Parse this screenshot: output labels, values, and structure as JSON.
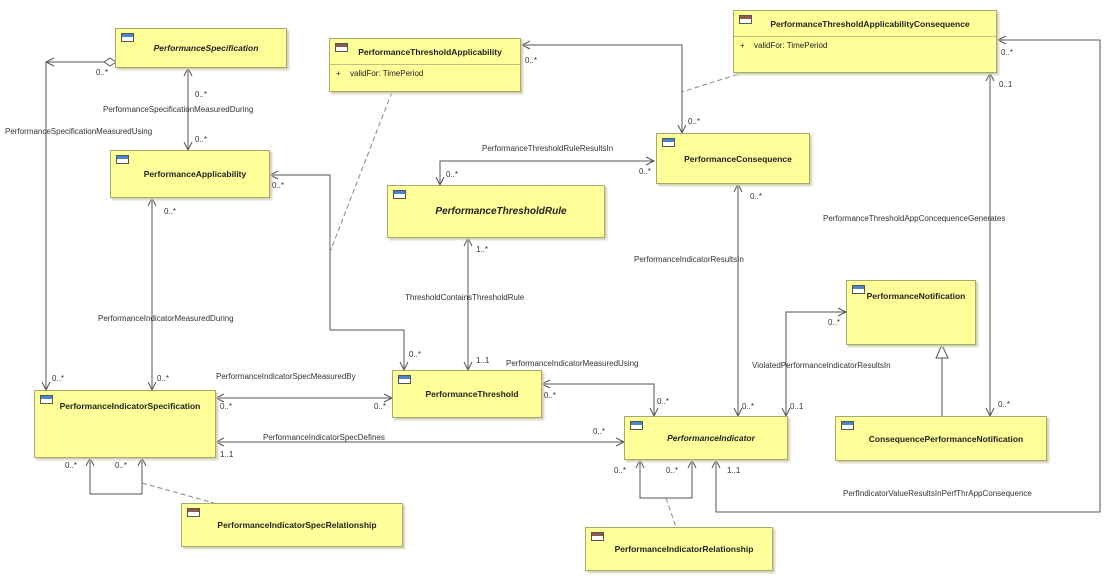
{
  "classes": {
    "perf_spec": {
      "name": "PerformanceSpecification",
      "abstract": true,
      "icon": "class-icon",
      "icon_color": "#4a86c8"
    },
    "perf_applicability": {
      "name": "PerformanceApplicability",
      "abstract": false,
      "icon": "class-icon",
      "icon_color": "#4a86c8"
    },
    "perf_threshold_applicability": {
      "name": "PerformanceThresholdApplicability",
      "abstract": false,
      "icon": "association-class-icon",
      "icon_color": "#8a5a4a",
      "attribute": {
        "visibility": "+",
        "text": "validFor: TimePeriod"
      }
    },
    "perf_threshold_app_consequence": {
      "name": "PerformanceThresholdApplicabilityConsequence",
      "abstract": false,
      "icon": "association-class-icon",
      "icon_color": "#8a5a4a",
      "attribute": {
        "visibility": "+",
        "text": "validFor: TimePeriod"
      }
    },
    "perf_consequence": {
      "name": "PerformanceConsequence",
      "abstract": false,
      "icon": "class-icon",
      "icon_color": "#4a86c8"
    },
    "perf_threshold_rule": {
      "name": "PerformanceThresholdRule",
      "abstract": true,
      "icon": "class-icon",
      "icon_color": "#4a86c8"
    },
    "perf_notification": {
      "name": "PerformanceNotification",
      "abstract": false,
      "icon": "class-icon",
      "icon_color": "#4a86c8"
    },
    "perf_indicator_spec": {
      "name": "PerformanceIndicatorSpecification",
      "abstract": false,
      "icon": "class-icon",
      "icon_color": "#4a86c8"
    },
    "perf_threshold": {
      "name": "PerformanceThreshold",
      "abstract": false,
      "icon": "class-icon",
      "icon_color": "#4a86c8"
    },
    "perf_indicator": {
      "name": "PerformanceIndicator",
      "abstract": true,
      "icon": "class-icon",
      "icon_color": "#4a86c8"
    },
    "consequence_perf_notification": {
      "name": "ConsequencePerformanceNotification",
      "abstract": false,
      "icon": "class-icon",
      "icon_color": "#4a86c8"
    },
    "perf_indicator_spec_relationship": {
      "name": "PerformanceIndicatorSpecRelationship",
      "abstract": false,
      "icon": "association-class-icon",
      "icon_color": "#8a5a4a"
    },
    "perf_indicator_relationship": {
      "name": "PerformanceIndicatorRelationship",
      "abstract": false,
      "icon": "association-class-icon",
      "icon_color": "#8a5a4a"
    }
  },
  "associations": {
    "spec_measured_during": "PerformanceSpecificationMeasuredDuring",
    "spec_measured_using": "PerformanceSpecificationMeasuredUsing",
    "threshold_rule_results_in": "PerformanceThresholdRuleResultsIn",
    "indicator_measured_during": "PerformanceIndicatorMeasuredDuring",
    "threshold_contains_rule": "ThresholdContainsThresholdRule",
    "indicator_results_in": "PerformanceIndicatorResultsIn",
    "threshold_app_consequence_generates": "PerformanceThresholdAppConcequenceGenerates",
    "indicator_spec_measured_by": "PerformanceIndicatorSpecMeasuredBy",
    "indicator_measured_using": "PerformanceIndicatorMeasuredUsing",
    "violated_indicator_results_in": "ViolatedPerformanceIndicatorResultsIn",
    "indicator_spec_defines": "PerformanceIndicatorSpecDefines",
    "indicator_value_results_in": "PerfIndicatorValueResultsInPerfThrAppConsequence"
  },
  "multiplicities": {
    "m_spec_diamond": "0..*",
    "m_spec_bottom": "0..*",
    "m_appl_top": "0..*",
    "m_appl_bottom": "0..*",
    "m_appl_right": "0..*",
    "m_pta_right": "0..*",
    "m_ptac_right": "0..*",
    "m_ptac_bottom": "0..1",
    "m_cons_top": "0..*",
    "m_cons_left": "0..*",
    "m_cons_bottom": "0..*",
    "m_rule_top": "0..*",
    "m_rule_bottom": "1..*",
    "m_notif_left": "0..*",
    "m_pis_top_left": "0..*",
    "m_pis_top_right": "0..*",
    "m_pis_right": "0..*",
    "m_pis_right_bottom": "1..1",
    "m_pis_bottom_left": "0..*",
    "m_pis_bottom_right": "0..*",
    "m_pt_top_left": "0..*",
    "m_pt_top_right": "1..1",
    "m_pt_left": "0..*",
    "m_pt_right": "0..*",
    "m_pi_top_left": "0..*",
    "m_pi_top_right": "0..*",
    "m_pi_left": "0..*",
    "m_pi_bottom_left": "0..*",
    "m_pi_bottom_mid": "0..*",
    "m_pi_bottom_right": "1..1",
    "m_pi_notif": "0..1",
    "m_cpn_top": "0..*"
  }
}
